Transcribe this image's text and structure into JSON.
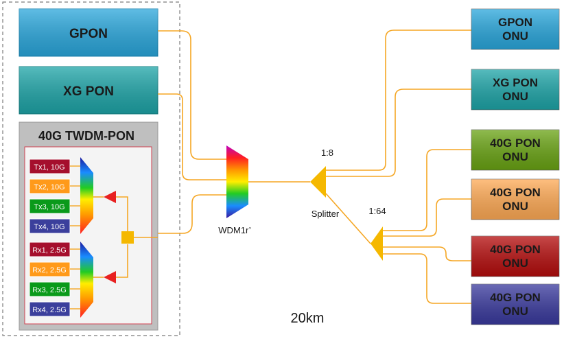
{
  "olt": {
    "gpon_label": "GPON",
    "xgpon_label": "XG PON",
    "twdm": {
      "title": "40G TWDM-PON",
      "tx": [
        "Tx1, 10G",
        "Tx2, 10G",
        "Tx3, 10G",
        "Tx4, 10G"
      ],
      "rx": [
        "Rx1, 2.5G",
        "Rx2, 2.5G",
        "Rx3, 2.5G",
        "Rx4, 2.5G"
      ],
      "tx_colors": [
        "#a50f2d",
        "#ff9a1a",
        "#0a9a1a",
        "#3b3f9c"
      ],
      "rx_colors": [
        "#a50f2d",
        "#ff9a1a",
        "#0a9a1a",
        "#3b3f9c"
      ]
    }
  },
  "wdm_label": "WDM1r’",
  "splitter": {
    "ratio1": "1:8",
    "ratio2": "1:64",
    "label": "Splitter"
  },
  "distance": "20km",
  "onus": [
    {
      "line1": "GPON",
      "line2": "ONU",
      "color": "#2aa7dc"
    },
    {
      "line1": "XG PON",
      "line2": "ONU",
      "color": "#1ea5a8"
    },
    {
      "line1": "40G PON",
      "line2": "ONU",
      "color": "#6aa414"
    },
    {
      "line1": "40G PON",
      "line2": "ONU",
      "color": "#ffaa55"
    },
    {
      "line1": "40G PON",
      "line2": "ONU",
      "color": "#b50d0d"
    },
    {
      "line1": "40G PON",
      "line2": "ONU",
      "color": "#3a3a9e"
    }
  ],
  "colors": {
    "fiber": "#f5a623",
    "gpon_box": "#2aa7dc",
    "xgpon_box": "#1ea5a8",
    "splitter": "#f5b800",
    "amp": "#e82020"
  }
}
